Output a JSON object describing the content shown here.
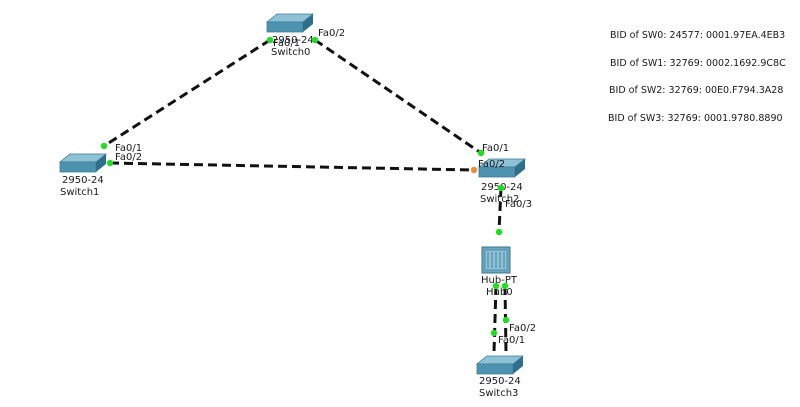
{
  "switches": {
    "switch0": {
      "model": "2950-24",
      "name": "Switch0"
    },
    "switch1": {
      "model": "2950-24",
      "name": "Switch1"
    },
    "switch2": {
      "model": "2950-24",
      "name": "Switch2"
    },
    "switch3": {
      "model": "2950-24",
      "name": "Switch3"
    }
  },
  "hub": {
    "model": "Hub-PT",
    "name": "Hub0"
  },
  "ports": {
    "sw0_fa01": "Fa0/1",
    "sw0_fa02": "Fa0/2",
    "sw1_fa01": "Fa0/1",
    "sw1_fa02": "Fa0/2",
    "sw2_fa01": "Fa0/1",
    "sw2_fa02": "Fa0/2",
    "sw2_fa03": "Fa0/3",
    "sw3_fa01": "Fa0/1",
    "sw3_fa02": "Fa0/2"
  },
  "bids": [
    "BID of SW0: 24577: 0001.97EA.4EB3",
    "BID of SW1: 32769: 0002.1692.9C8C",
    "BID of SW2: 32769: 00E0.F794.3A28",
    "BID of SW3: 32769: 0001.9780.8890"
  ],
  "colors": {
    "port_up": "#22dd22",
    "port_blocking": "#f08a3c",
    "device_face": "#4d92ae",
    "device_top": "#8cc1d6",
    "link": "#111111"
  }
}
